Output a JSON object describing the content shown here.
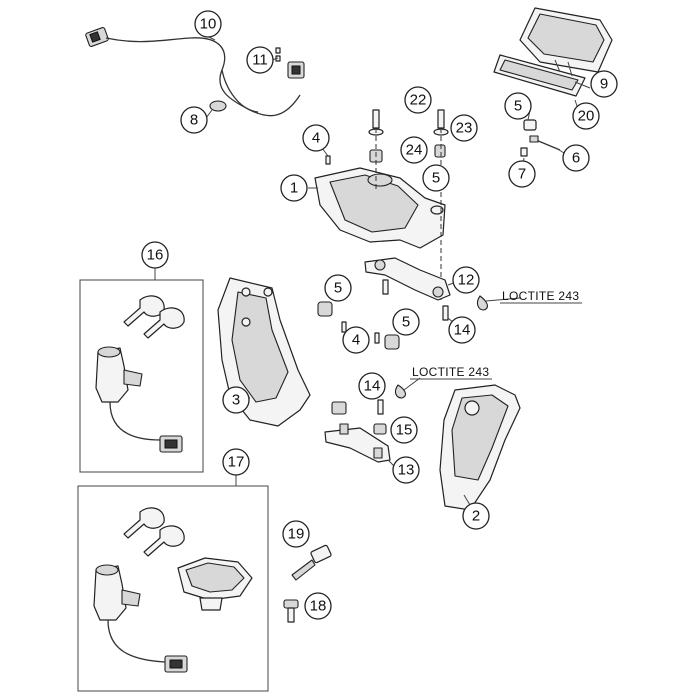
{
  "callouts": [
    {
      "id": "c1",
      "number": "1"
    },
    {
      "id": "c2",
      "number": "2"
    },
    {
      "id": "c3",
      "number": "3"
    },
    {
      "id": "c4a",
      "number": "4"
    },
    {
      "id": "c4b",
      "number": "4"
    },
    {
      "id": "c5a",
      "number": "5"
    },
    {
      "id": "c5b",
      "number": "5"
    },
    {
      "id": "c5c",
      "number": "5"
    },
    {
      "id": "c5d",
      "number": "5"
    },
    {
      "id": "c6",
      "number": "6"
    },
    {
      "id": "c7",
      "number": "7"
    },
    {
      "id": "c8",
      "number": "8"
    },
    {
      "id": "c9",
      "number": "9"
    },
    {
      "id": "c10",
      "number": "10"
    },
    {
      "id": "c11",
      "number": "11"
    },
    {
      "id": "c12",
      "number": "12"
    },
    {
      "id": "c13",
      "number": "13"
    },
    {
      "id": "c14a",
      "number": "14"
    },
    {
      "id": "c14b",
      "number": "14"
    },
    {
      "id": "c15",
      "number": "15"
    },
    {
      "id": "c16",
      "number": "16"
    },
    {
      "id": "c17",
      "number": "17"
    },
    {
      "id": "c18",
      "number": "18"
    },
    {
      "id": "c19",
      "number": "19"
    },
    {
      "id": "c20",
      "number": "20"
    },
    {
      "id": "c22",
      "number": "22"
    },
    {
      "id": "c23",
      "number": "23"
    },
    {
      "id": "c24",
      "number": "24"
    }
  ],
  "notes": {
    "loctite_upper": "LOCTITE 243",
    "loctite_lower": "LOCTITE 243"
  }
}
